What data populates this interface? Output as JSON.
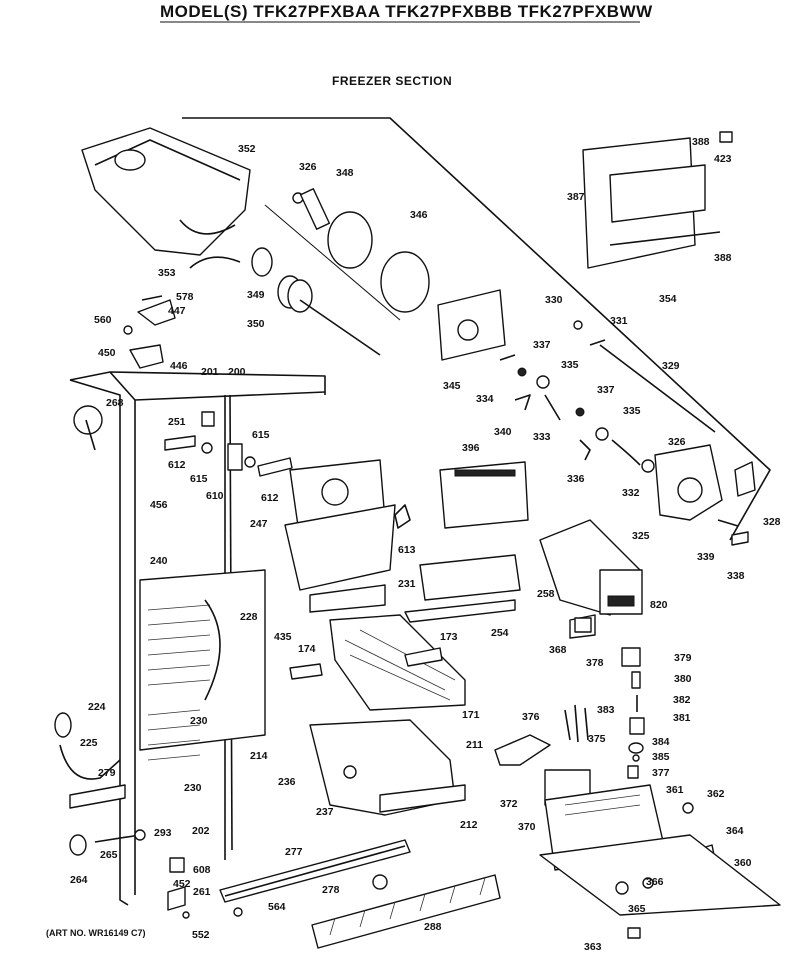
{
  "header": {
    "title": "MODEL(S) TFK27PFXBAA  TFK27PFXBBB  TFK27PFXBWW",
    "section": "FREEZER SECTION"
  },
  "footer": {
    "art_no": "(ART NO. WR16149 C7)"
  },
  "callouts": [
    {
      "id": "352",
      "text": "352"
    },
    {
      "id": "326a",
      "text": "326"
    },
    {
      "id": "348",
      "text": "348"
    },
    {
      "id": "346",
      "text": "346"
    },
    {
      "id": "353",
      "text": "353"
    },
    {
      "id": "349",
      "text": "349"
    },
    {
      "id": "350",
      "text": "350"
    },
    {
      "id": "578",
      "text": "578"
    },
    {
      "id": "447",
      "text": "447"
    },
    {
      "id": "560",
      "text": "560"
    },
    {
      "id": "450",
      "text": "450"
    },
    {
      "id": "446",
      "text": "446"
    },
    {
      "id": "201",
      "text": "201"
    },
    {
      "id": "200",
      "text": "200"
    },
    {
      "id": "268",
      "text": "268"
    },
    {
      "id": "251",
      "text": "251"
    },
    {
      "id": "615a",
      "text": "615"
    },
    {
      "id": "612a",
      "text": "612"
    },
    {
      "id": "615b",
      "text": "615"
    },
    {
      "id": "610",
      "text": "610"
    },
    {
      "id": "612b",
      "text": "612"
    },
    {
      "id": "456",
      "text": "456"
    },
    {
      "id": "247",
      "text": "247"
    },
    {
      "id": "613",
      "text": "613"
    },
    {
      "id": "240",
      "text": "240"
    },
    {
      "id": "228",
      "text": "228"
    },
    {
      "id": "231",
      "text": "231"
    },
    {
      "id": "435",
      "text": "435"
    },
    {
      "id": "174",
      "text": "174"
    },
    {
      "id": "173",
      "text": "173"
    },
    {
      "id": "171",
      "text": "171"
    },
    {
      "id": "258",
      "text": "258"
    },
    {
      "id": "254",
      "text": "254"
    },
    {
      "id": "820",
      "text": "820"
    },
    {
      "id": "224",
      "text": "224"
    },
    {
      "id": "225",
      "text": "225"
    },
    {
      "id": "279",
      "text": "279"
    },
    {
      "id": "230a",
      "text": "230"
    },
    {
      "id": "230b",
      "text": "230"
    },
    {
      "id": "214",
      "text": "214"
    },
    {
      "id": "236",
      "text": "236"
    },
    {
      "id": "237",
      "text": "237"
    },
    {
      "id": "211",
      "text": "211"
    },
    {
      "id": "212",
      "text": "212"
    },
    {
      "id": "202",
      "text": "202"
    },
    {
      "id": "293",
      "text": "293"
    },
    {
      "id": "265",
      "text": "265"
    },
    {
      "id": "264",
      "text": "264"
    },
    {
      "id": "608",
      "text": "608"
    },
    {
      "id": "452",
      "text": "452"
    },
    {
      "id": "261",
      "text": "261"
    },
    {
      "id": "552",
      "text": "552"
    },
    {
      "id": "277",
      "text": "277"
    },
    {
      "id": "278",
      "text": "278"
    },
    {
      "id": "564",
      "text": "564"
    },
    {
      "id": "288",
      "text": "288"
    },
    {
      "id": "387",
      "text": "387"
    },
    {
      "id": "388a",
      "text": "388"
    },
    {
      "id": "423",
      "text": "423"
    },
    {
      "id": "388b",
      "text": "388"
    },
    {
      "id": "354",
      "text": "354"
    },
    {
      "id": "330",
      "text": "330"
    },
    {
      "id": "331",
      "text": "331"
    },
    {
      "id": "345",
      "text": "345"
    },
    {
      "id": "337a",
      "text": "337"
    },
    {
      "id": "335a",
      "text": "335"
    },
    {
      "id": "329",
      "text": "329"
    },
    {
      "id": "334",
      "text": "334"
    },
    {
      "id": "337b",
      "text": "337"
    },
    {
      "id": "340",
      "text": "340"
    },
    {
      "id": "333",
      "text": "333"
    },
    {
      "id": "335b",
      "text": "335"
    },
    {
      "id": "326b",
      "text": "326"
    },
    {
      "id": "396",
      "text": "396"
    },
    {
      "id": "336",
      "text": "336"
    },
    {
      "id": "332",
      "text": "332"
    },
    {
      "id": "325",
      "text": "325"
    },
    {
      "id": "328",
      "text": "328"
    },
    {
      "id": "339",
      "text": "339"
    },
    {
      "id": "338",
      "text": "338"
    },
    {
      "id": "368",
      "text": "368"
    },
    {
      "id": "378",
      "text": "378"
    },
    {
      "id": "379",
      "text": "379"
    },
    {
      "id": "380",
      "text": "380"
    },
    {
      "id": "382",
      "text": "382"
    },
    {
      "id": "376",
      "text": "376"
    },
    {
      "id": "383",
      "text": "383"
    },
    {
      "id": "381",
      "text": "381"
    },
    {
      "id": "375",
      "text": "375"
    },
    {
      "id": "384",
      "text": "384"
    },
    {
      "id": "385",
      "text": "385"
    },
    {
      "id": "377",
      "text": "377"
    },
    {
      "id": "372",
      "text": "372"
    },
    {
      "id": "361",
      "text": "361"
    },
    {
      "id": "362",
      "text": "362"
    },
    {
      "id": "370",
      "text": "370"
    },
    {
      "id": "364",
      "text": "364"
    },
    {
      "id": "360",
      "text": "360"
    },
    {
      "id": "366",
      "text": "366"
    },
    {
      "id": "365",
      "text": "365"
    },
    {
      "id": "363",
      "text": "363"
    }
  ]
}
